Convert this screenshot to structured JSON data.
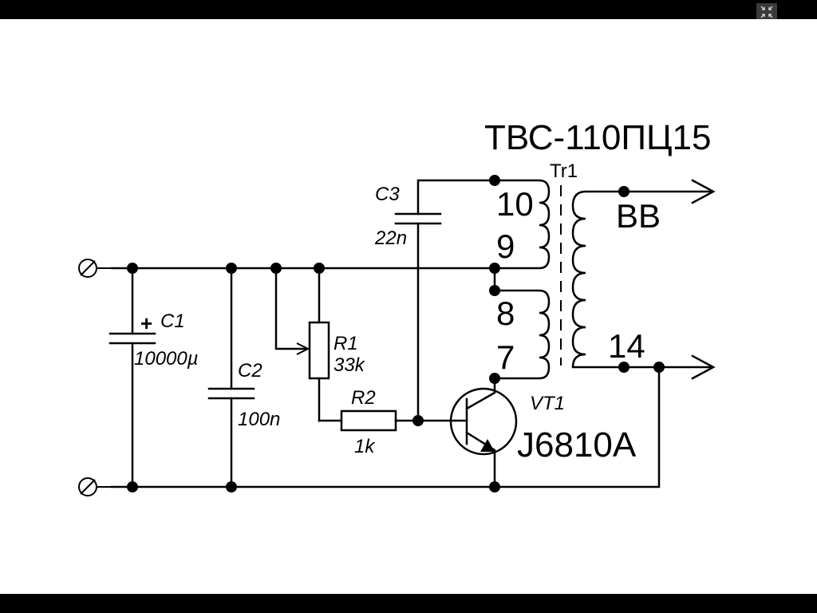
{
  "viewer": {
    "exit_fullscreen_icon": "exit-fullscreen-icon"
  },
  "schematic": {
    "title": "ТВС-110ПЦ15",
    "transformer": {
      "ref": "Tr1",
      "pins": [
        "10",
        "9",
        "8",
        "7",
        "14"
      ],
      "output_label": "ВВ"
    },
    "c1": {
      "ref": "C1",
      "value": "10000µ",
      "polarity": "+"
    },
    "c2": {
      "ref": "C2",
      "value": "100n"
    },
    "c3": {
      "ref": "C3",
      "value": "22n"
    },
    "r1": {
      "ref": "R1",
      "value": "33k"
    },
    "r2": {
      "ref": "R2",
      "value": "1k"
    },
    "vt1": {
      "ref": "VT1",
      "part": "J6810A"
    }
  }
}
